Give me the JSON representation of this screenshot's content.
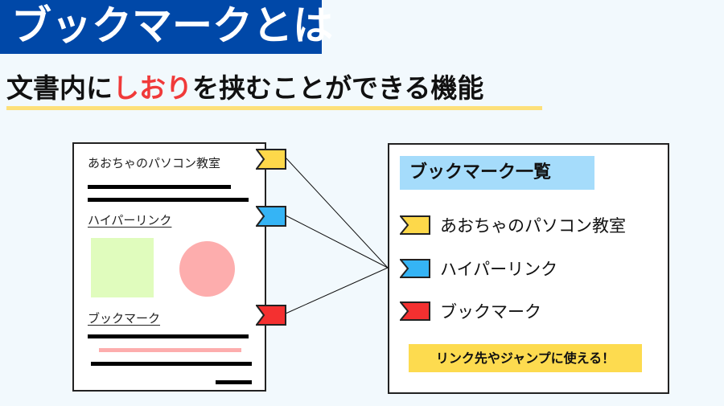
{
  "header": {
    "title": "ブックマークとは"
  },
  "subtitle": {
    "before": "文書内に",
    "highlight": "しおり",
    "after": "を挟むことができる機能"
  },
  "document": {
    "title": "あおちゃのパソコン教室",
    "heading1": "ハイパーリンク",
    "heading2": "ブックマーク"
  },
  "panel": {
    "title": "ブックマーク一覧",
    "items": [
      {
        "label": "あおちゃのパソコン教室",
        "color": "#fdd84a"
      },
      {
        "label": "ハイパーリンク",
        "color": "#35b4f5"
      },
      {
        "label": "ブックマーク",
        "color": "#f43030"
      }
    ],
    "callout": "リンク先やジャンプに使える！"
  }
}
